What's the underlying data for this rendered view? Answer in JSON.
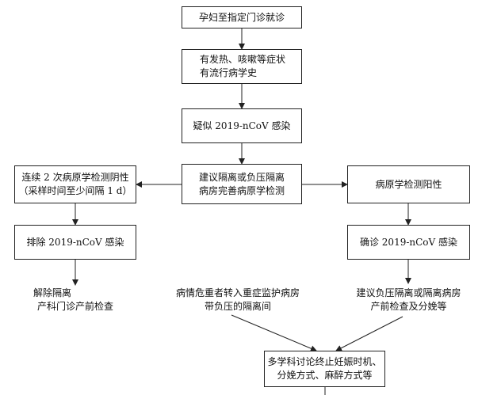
{
  "nodes": {
    "n1": {
      "lines": [
        "孕妇至指定门诊就诊"
      ]
    },
    "n2": {
      "lines": [
        "有发热、咳嗽等症状",
        "有流行病学史"
      ]
    },
    "n3": {
      "lines": [
        "疑似 2019-nCoV 感染"
      ]
    },
    "n4": {
      "lines": [
        "建议隔离或负压隔离",
        "病房完善病原学检测"
      ]
    },
    "left1": {
      "lines": [
        "连续 2 次病原学检测阴性",
        "（采样时间至少间隔 1 d）"
      ]
    },
    "left2": {
      "lines": [
        "排除 2019-nCoV 感染"
      ]
    },
    "left3": {
      "lines": [
        "解除隔离",
        "产科门诊产前检查"
      ]
    },
    "mid3": {
      "lines": [
        "病情危重者转入重症监护病房",
        "带负压的隔离间"
      ]
    },
    "right1": {
      "lines": [
        "病原学检测阳性"
      ]
    },
    "right2": {
      "lines": [
        "确诊 2019-nCoV 感染"
      ]
    },
    "right3": {
      "lines": [
        "建议负压隔离或隔离病房",
        "产前检查及分娩等"
      ]
    },
    "final": {
      "lines": [
        "多学科讨论终止妊娠时机、",
        "分娩方式、麻醉方式等"
      ]
    }
  }
}
